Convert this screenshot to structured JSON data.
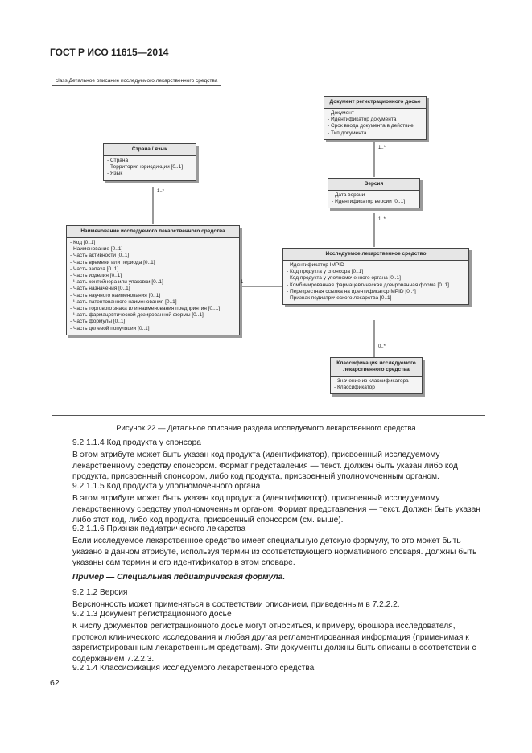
{
  "header": {
    "standard": "ГОСТ Р ИСО 11615—2014"
  },
  "diagram": {
    "tag": "class Детальное описание исследуемого лекарственного средства",
    "classes": {
      "dossier": {
        "title": "Документ регистрационного досье",
        "attrs": [
          "Документ",
          "Идентификатор документа",
          "Срок ввода документа в действие",
          "Тип документа"
        ]
      },
      "country": {
        "title": "Страна / язык",
        "attrs": [
          "Страна",
          "Территория юрисдикции [0..1]",
          "Язык"
        ]
      },
      "version": {
        "title": "Версия",
        "attrs": [
          "Дата версии",
          "Идентификатор версии [0..1]"
        ]
      },
      "name": {
        "title": "Наименование исследуемого лекарственного средства",
        "attrs": [
          "Код [0..1]",
          "Наименование [0..1]",
          "Часть активности [0..1]",
          "Часть времени или периода [0..1]",
          "Часть запаха [0..1]",
          "Часть изделия [0..1]",
          "Часть контейнера или упаковки [0..1]",
          "Часть назначения [0..1]",
          "Часть научного наименования [0..1]",
          "Часть патентованного наименования [0..1]",
          "Часть торгового знака или наименования предприятия [0..1]",
          "Часть фармацевтической дозированной формы [0..1]",
          "Часть формулы [0..1]",
          "Часть целевой популяции [0..1]"
        ]
      },
      "product": {
        "title": "Исследуемое лекарственное средство",
        "attrs": [
          "Идентификатор IMPID",
          "Код продукта у спонсора [0..1]",
          "Код продукта у уполномоченного органа [0..1]",
          "Комбинированная фармацевтическая дозированная форма [0..1]",
          "Перекрестная ссылка на идентификатор MPID [0..*]",
          "Признак педиатрического лекарства [0..1]"
        ]
      },
      "classification": {
        "title": "Классификация исследуемого лекарственного средства",
        "attrs": [
          "Значение из классификатора",
          "Классификатор"
        ]
      }
    },
    "multiplicities": {
      "country_name": "1..*",
      "dossier_version": "1..*",
      "version_product": "1..*",
      "name_product": "1",
      "product_class": "0..*"
    }
  },
  "caption": "Рисунок 22 — Детальное описание раздела исследуемого лекарственного средства",
  "body": {
    "s1_head": "9.2.1.1.4 Код продукта у спонсора",
    "s1_text": "В этом атрибуте может быть указан код продукта (идентификатор), присвоенный исследуемому лекарственному средству спонсором. Формат представления — текст. Должен быть указан либо код продукта, присвоенный спонсором, либо код продукта, присвоенный уполномоченным органом.",
    "s2_head": "9.2.1.1.5 Код продукта у уполномоченного органа",
    "s2_text": "В этом атрибуте может быть указан код продукта (идентификатор), присвоенный исследуемому лекарственному средству уполномоченным органом. Формат представления — текст. Должен быть указан либо этот код, либо код продукта, присвоенный спонсором (см. выше).",
    "s3_head": "9.2.1.1.6 Признак педиатрического лекарства",
    "s3_text": "Если исследуемое лекарственное средство имеет специальную детскую формулу, то это может быть указано в данном атрибуте, используя термин из соответствующего нормативного словаря. Должны быть указаны сам термин и его идентификатор в этом словаре.",
    "example": "Пример — Специальная педиатрическая формула.",
    "s4_head": "9.2.1.2 Версия",
    "s4_text": "Версионность может применяться в соответствии описанием, приведенным в 7.2.2.2.",
    "s5_head": "9.2.1.3 Документ регистрационного досье",
    "s5_text": "К числу документов регистрационного досье могут относиться, к примеру, брошюра исследователя, протокол клинического исследования и любая другая регламентированная информация (применимая к зарегистрированным лекарственным средствам). Эти документы должны быть описаны в соответствии с содержанием 7.2.2.3.",
    "s6_head": "9.2.1.4 Классификация исследуемого лекарственного средства"
  },
  "page_number": "62"
}
